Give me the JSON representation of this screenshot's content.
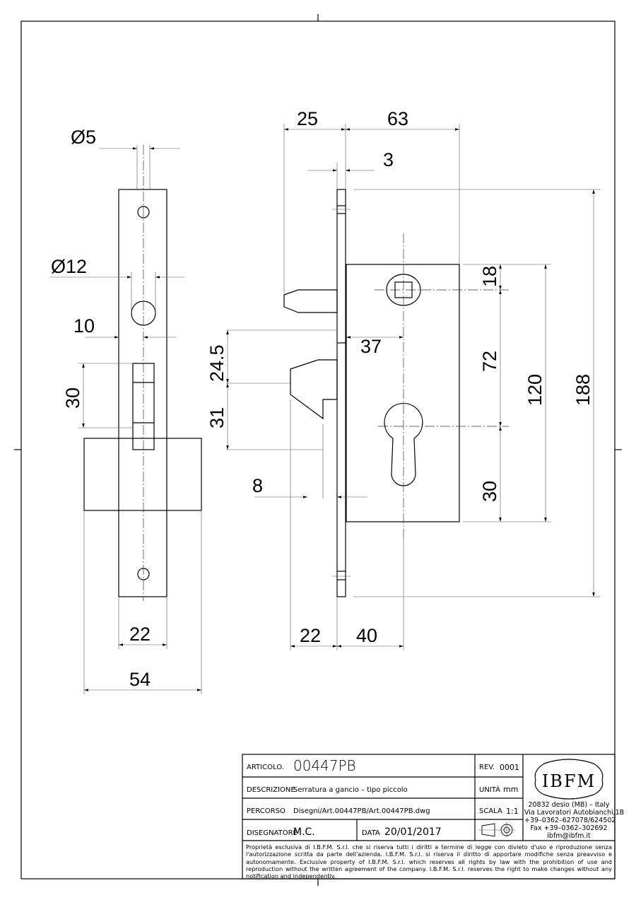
{
  "left_view": {
    "dims": {
      "hole_small": "Ø5",
      "hole_large": "Ø12",
      "offset": "10",
      "latch_height": "30",
      "plate_width": "22",
      "total_width": "54"
    }
  },
  "side_view": {
    "dims": {
      "bolt_projection": "25",
      "case_depth": "63",
      "plate_thickness": "3",
      "backset": "37",
      "bolt_spacing": "24.5",
      "hook_height": "31",
      "hook_offset": "8",
      "handle_offset": "18",
      "center_distance": "72",
      "cylinder_offset": "30",
      "case_height": "120",
      "plate_height": "188",
      "hook_depth": "22",
      "body_depth": "40"
    }
  },
  "title_block": {
    "articolo_label": "ARTICOLO.",
    "articolo": "00447PB",
    "rev_label": "REV.",
    "rev": "0001",
    "descrizione_label": "DESCRIZIONE",
    "descrizione": "Serratura a gancio – tipo piccolo",
    "unita_label": "UNITÀ",
    "unita": "mm",
    "percorso_label": "PERCORSO",
    "percorso": "Disegni/Art.00447PB/Art.00447PB.dwg",
    "scala_label": "SCALA",
    "scala": "1:1",
    "disegnatore_label": "DISEGNATORE",
    "disegnatore": "M.C.",
    "data_label": "DATA",
    "data": "20/01/2017",
    "logo": "IBFM",
    "address": [
      "20832 desio (MB) – Italy",
      "Via Lavoratori Autobianchi,1B",
      "+39–0362–627078/624502",
      "Fax +39–0362–302692",
      "ibfm@ibfm.it"
    ],
    "notes": "Proprietà esclusiva di I.B.F.M. S.r.l. che si riserva tutti i diritti a termine di legge con divieto d'uso e riproduzione senza l'autorizzazione scritta da parte dell'azienda. I.B.F.M. S.r.l. si riserva il diritto di apportare modifiche senza preavviso e autonomamente. Exclusive property of I.B.F.M. S.r.l. which reserves all rights by law with the prohibition of use and reproduction without the written agreement of the company. I.B.F.M. S.r.l. reserves the right to make changes without any notification and independently."
  }
}
